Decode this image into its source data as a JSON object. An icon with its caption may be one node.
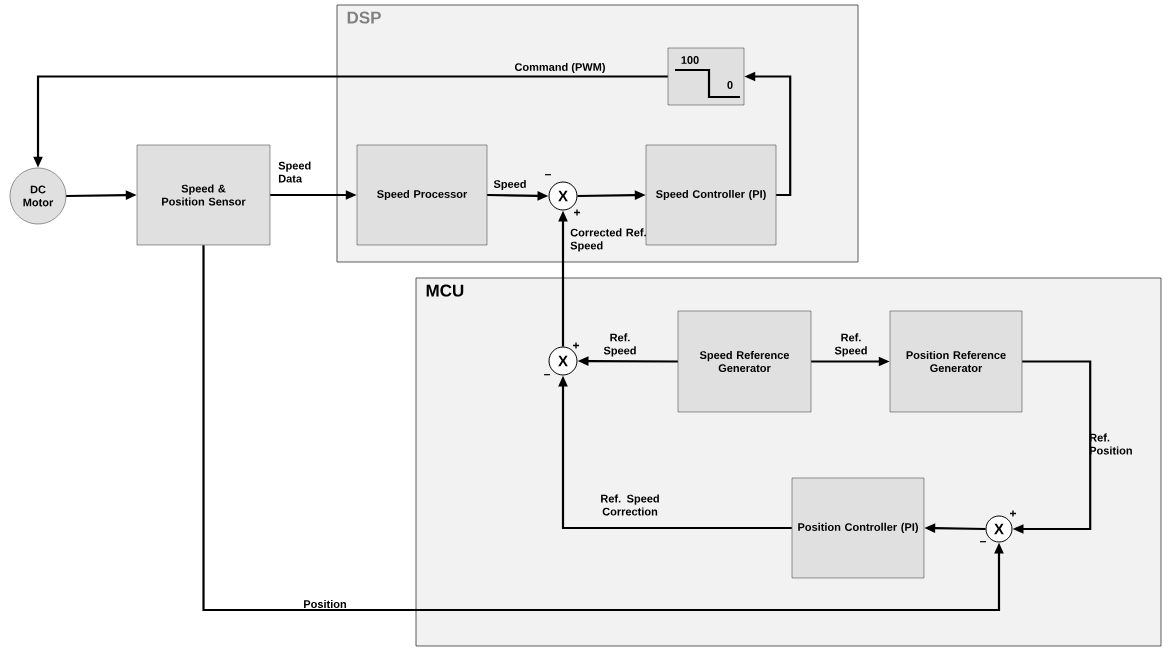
{
  "diagram": {
    "nodes": [
      {
        "text": [
          "DSP"
        ]
      },
      {
        "text": [
          "MCU"
        ]
      },
      {
        "text": [
          "DC Motor"
        ]
      },
      {
        "text": [
          "Speed & Position Sensor"
        ]
      },
      {
        "text": [
          "Speed Processor"
        ],
        "in": 0
      },
      {
        "text": [
          "X"
        ],
        "in": 0,
        "beside": [
          "–",
          "+"
        ]
      },
      {
        "text": [
          "Speed Controller (PI)"
        ],
        "in": 0
      },
      {
        "text": [
          "100",
          "0"
        ],
        "in": 0
      },
      {
        "text": [
          "X"
        ],
        "in": 1,
        "beside": [
          "+",
          "–"
        ]
      },
      {
        "text": [
          "Speed Reference Generator"
        ],
        "in": 1
      },
      {
        "text": [
          "Position Reference Generator"
        ],
        "in": 1
      },
      {
        "text": [
          "Position Controller (PI)"
        ],
        "in": 1
      },
      {
        "text": [
          "X"
        ],
        "in": 1,
        "beside": [
          "+",
          "–"
        ]
      }
    ],
    "edges": [
      {
        "from": 7,
        "to": 2,
        "arrow": "to",
        "label": "Command  (PWM)"
      },
      {
        "from": 2,
        "to": 3,
        "arrow": "to"
      },
      {
        "from": 3,
        "to": 4,
        "arrow": "to",
        "label": "Speed Data"
      },
      {
        "from": 4,
        "to": 5,
        "arrow": "to",
        "label": "Speed"
      },
      {
        "from": 5,
        "to": 6,
        "arrow": "to"
      },
      {
        "from": 6,
        "to": 7,
        "arrow": "to"
      },
      {
        "from": 8,
        "to": 5,
        "arrow": "to",
        "label": "Corrected Ref. Speed"
      },
      {
        "from": 9,
        "to": 8,
        "arrow": "to",
        "label": "Ref. Speed"
      },
      {
        "from": 9,
        "to": 10,
        "arrow": "to",
        "label": "Ref. Speed"
      },
      {
        "from": 10,
        "to": 12,
        "arrow": "to",
        "label": "Ref. Position"
      },
      {
        "from": 12,
        "to": 11,
        "arrow": "to"
      },
      {
        "from": 11,
        "to": 8,
        "arrow": "to",
        "label": "Ref. Speed Correction"
      },
      {
        "from": 3,
        "to": 12,
        "arrow": "to",
        "label": "Position"
      }
    ]
  }
}
